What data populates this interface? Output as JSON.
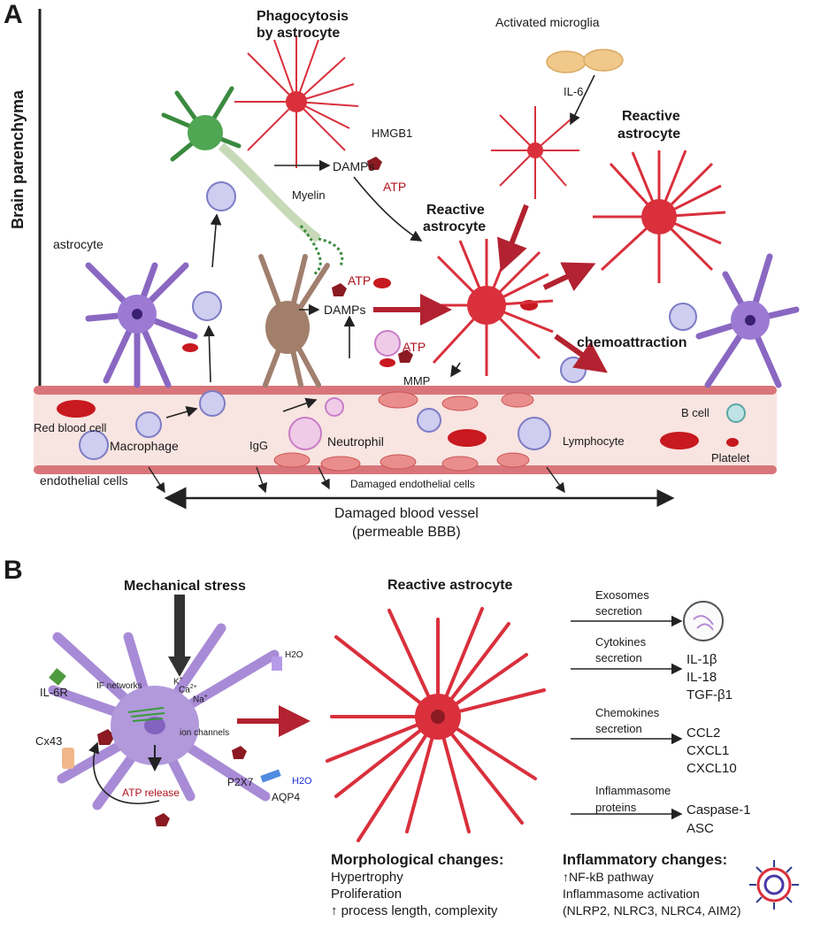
{
  "panel_a": {
    "letter": "A",
    "side_label": "Brain parenchyma",
    "phagocytosis": [
      "Phagocytosis",
      "by astrocyte"
    ],
    "activated_microglia": "Activated microglia",
    "il6": "IL-6",
    "hmgb1": "HMGB1",
    "damps_top": "DAMPs",
    "atp_top": "ATP",
    "myelin": "Myelin",
    "reactive_astro_mid": [
      "Reactive",
      "astrocyte"
    ],
    "reactive_astro_right": [
      "Reactive",
      "astrocyte"
    ],
    "astrocyte": "astrocyte",
    "atp_mid": "ATP",
    "damps_mid": "DAMPs",
    "atp_neut": "ATP",
    "mmp": "MMP",
    "chemoattraction": "chemoattraction",
    "red_blood_cell": "Red blood cell",
    "macrophage": "Macrophage",
    "igg": "IgG",
    "neutrophil": "Neutrophil",
    "lymphocyte": "Lymphocyte",
    "b_cell": "B cell",
    "platelet": "Platelet",
    "endothelial_cells": "endothelial cells",
    "damaged_endothelial": "Damaged endothelial cells",
    "damaged_vessel": [
      "Damaged blood vessel",
      "(permeable BBB)"
    ]
  },
  "panel_b": {
    "letter": "B",
    "mechanical_stress": "Mechanical stress",
    "reactive_astrocyte": "Reactive astrocyte",
    "il6r": "IL-6R",
    "h2o_top": "H2O",
    "if_networks": "IF networks",
    "ion_k": "K",
    "ion_k_sup": "+",
    "ion_ca": "Ca",
    "ion_ca_sup": "2+",
    "ion_na": "Na",
    "ion_na_sup": "+",
    "ion_channels": "ion channels",
    "cx43": "Cx43",
    "atp_release": "ATP release",
    "p2x7": "P2X7",
    "h2o_bottom": "H2O",
    "aqp4": "AQP4",
    "outputs": [
      {
        "label": [
          "Exosomes",
          "secretion"
        ],
        "items": []
      },
      {
        "label": [
          "Cytokines",
          "secretion"
        ],
        "items": [
          "IL-1β",
          "IL-18",
          "TGF-β1"
        ]
      },
      {
        "label": [
          "Chemokines",
          "secretion"
        ],
        "items": [
          "CCL2",
          "CXCL1",
          "CXCL10"
        ]
      },
      {
        "label": [
          "Inflammasome",
          "proteins"
        ],
        "items": [
          "Caspase-1",
          "ASC"
        ]
      }
    ],
    "morph_title": "Morphological changes:",
    "morph_items": [
      "Hypertrophy",
      "Proliferation",
      "↑ process length, complexity"
    ],
    "inflam_title": "Inflammatory changes:",
    "inflam_items": [
      "↑NF-kB pathway",
      "Inflammasome activation",
      "(NLRP2, NLRC3, NLRC4, AIM2)"
    ]
  },
  "colors": {
    "reactive_red": "#d9303c",
    "astro_purple": "#8a68c2",
    "neuron_green": "#3a8a3e",
    "vessel_pink": "#f8e4e0",
    "arrow_red": "#b22230"
  }
}
